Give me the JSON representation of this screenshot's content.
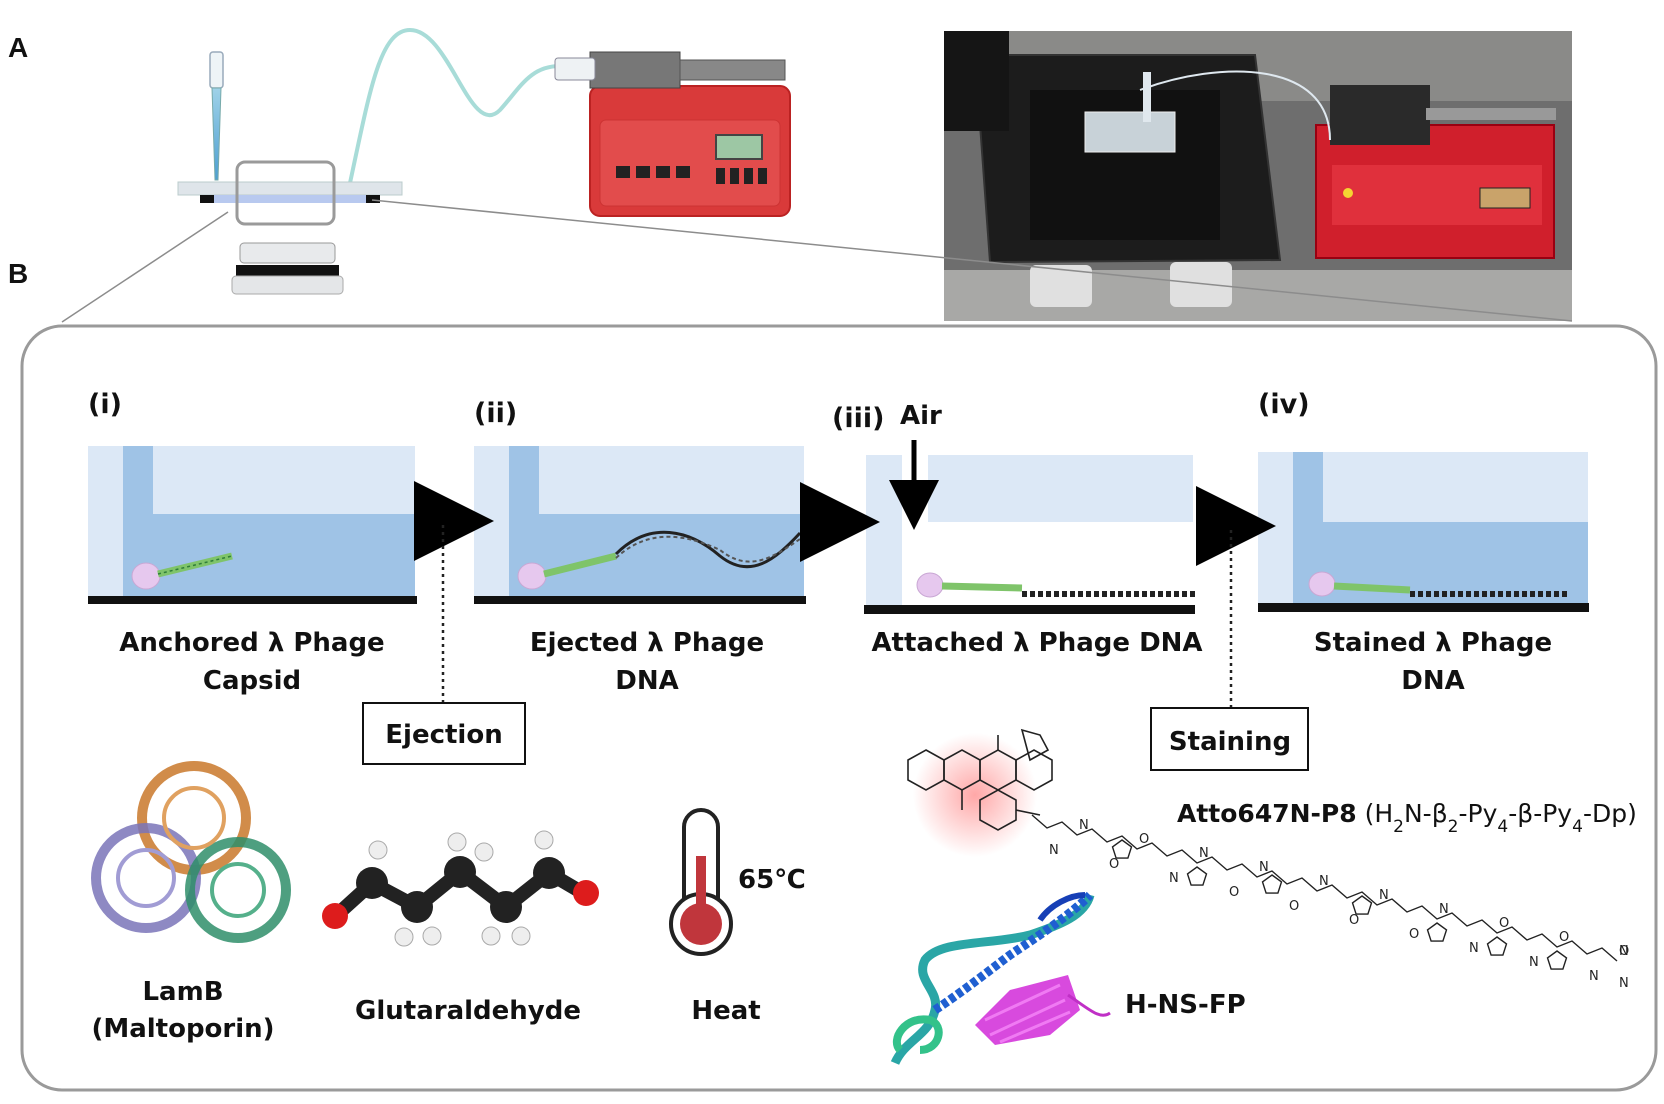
{
  "panel_labels": {
    "a": "A",
    "b": "B"
  },
  "steps": [
    {
      "id": "(i)",
      "caption_line1": "Anchored λ Phage",
      "caption_line2": "Capsid"
    },
    {
      "id": "(ii)",
      "caption_line1": "Ejected λ Phage",
      "caption_line2": "DNA"
    },
    {
      "id": "(iii)",
      "caption_line1": "Attached λ Phage DNA",
      "caption_line2": ""
    },
    {
      "id": "(iv)",
      "caption_line1": "Stained λ Phage",
      "caption_line2": "DNA"
    }
  ],
  "process_boxes": {
    "ejection": "Ejection",
    "staining": "Staining"
  },
  "air_label": "Air",
  "reagents": {
    "lamb_line1": "LamB",
    "lamb_line2": "(Maltoporin)",
    "glutaraldehyde": "Glutaraldehyde",
    "heat": "Heat",
    "temperature": "65℃"
  },
  "stain": {
    "name": "Atto647N-P8",
    "formula_parts": [
      {
        "t": "(H",
        "sub": false
      },
      {
        "t": "2",
        "sub": true
      },
      {
        "t": "N-β",
        "sub": false
      },
      {
        "t": "2",
        "sub": true
      },
      {
        "t": "-Py",
        "sub": false
      },
      {
        "t": "4",
        "sub": true
      },
      {
        "t": "-β-Py",
        "sub": false
      },
      {
        "t": "4",
        "sub": true
      },
      {
        "t": "-Dp)",
        "sub": false
      }
    ],
    "protein": "H-NS-FP",
    "atom_labels": [
      "N",
      "N",
      "O",
      "O",
      "N",
      "N",
      "O",
      "N",
      "O",
      "N",
      "O",
      "N",
      "O",
      "N",
      "N",
      "O",
      "N",
      "O",
      "N",
      "O",
      "N",
      "N"
    ]
  },
  "colors": {
    "light_blue": "#dce8f6",
    "medium_blue": "#9fc3e6",
    "pump_red": "#d93a3a",
    "capsid_pink": "#e6c8ee",
    "tail_green": "#7fc46a",
    "dna_dark": "#222222",
    "panel_border": "#9a9a9a"
  },
  "icons": [
    "pipette-icon",
    "syringe-pump-icon",
    "microscope-objective-icon",
    "thermometer-icon",
    "lamb-protein-icon",
    "glutaraldehyde-molecule-icon",
    "hns-protein-icon",
    "atto-dye-icon"
  ]
}
